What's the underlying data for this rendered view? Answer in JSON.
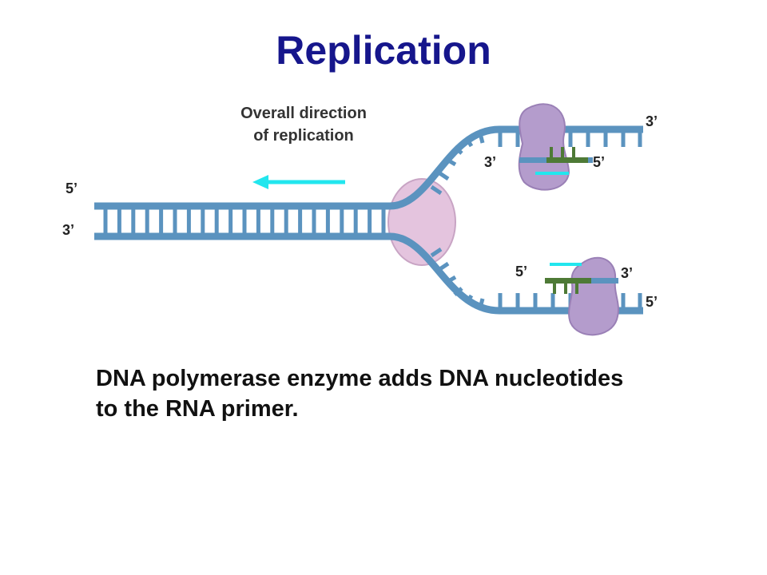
{
  "title": "Replication",
  "direction_label": {
    "line1": "Overall direction",
    "line2": "of replication"
  },
  "end_labels": {
    "left_top": "5’",
    "left_bottom": "3’",
    "top_right": "3’",
    "top_primer_left": "3’",
    "top_primer_right": "5’",
    "bottom_primer_left": "5’",
    "bottom_primer_right": "3’",
    "bottom_right": "5’"
  },
  "caption": {
    "line1": "DNA polymerase enzyme adds DNA nucleotides",
    "line2": "to the RNA primer."
  },
  "colors": {
    "dna_strand": "#5b93bf",
    "title": "#16168c",
    "arrow": "#22e6ee",
    "new_dna": "#4e7a36",
    "polymerase": "#b49ccc",
    "helicase": "#e4c4de"
  }
}
